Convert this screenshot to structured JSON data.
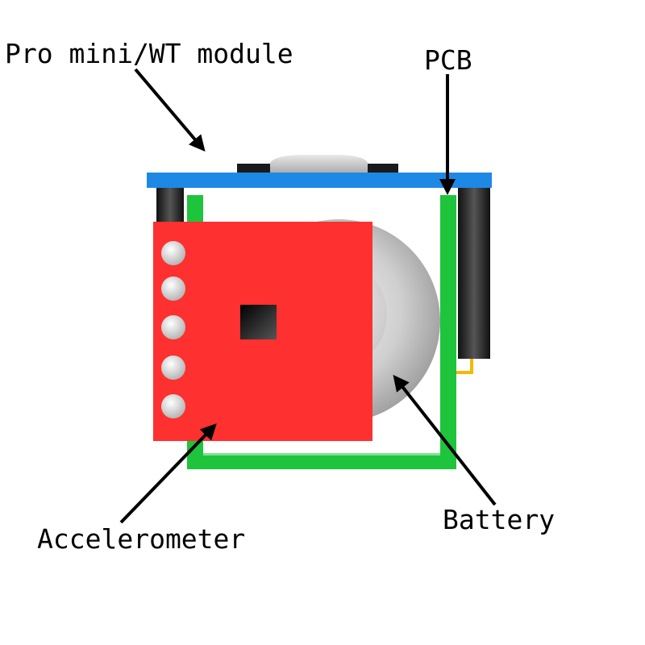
{
  "labels": {
    "pro_mini": "Pro mini/WT module",
    "pcb": "PCB",
    "accelerometer": "Accelerometer",
    "battery": "Battery"
  },
  "colors": {
    "pcb_top": "#1e88e5",
    "pcb_frame": "#1ec43c",
    "accelerometer": "#ff3030",
    "battery": "#b8b8b8",
    "wire": "#f5b800",
    "header": "#222222",
    "arrow": "#000000"
  },
  "accelerometer_pins": 5
}
